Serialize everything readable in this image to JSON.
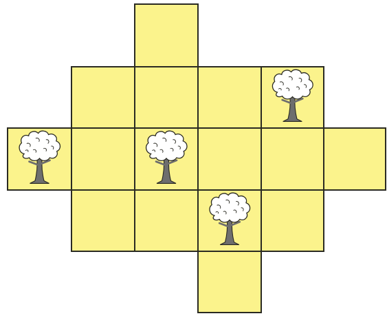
{
  "grid": {
    "fill_color": "#fbf38c",
    "line_color": "#2a2a22",
    "tree_trunk_color": "#6e6e6e",
    "tree_canopy_color": "#ffffff",
    "cells": [
      {
        "row": 0,
        "col": 2,
        "tree": false
      },
      {
        "row": 1,
        "col": 1,
        "tree": false
      },
      {
        "row": 1,
        "col": 2,
        "tree": false
      },
      {
        "row": 1,
        "col": 3,
        "tree": false
      },
      {
        "row": 1,
        "col": 4,
        "tree": true
      },
      {
        "row": 2,
        "col": 0,
        "tree": true
      },
      {
        "row": 2,
        "col": 1,
        "tree": false
      },
      {
        "row": 2,
        "col": 2,
        "tree": true
      },
      {
        "row": 2,
        "col": 3,
        "tree": false
      },
      {
        "row": 2,
        "col": 4,
        "tree": false
      },
      {
        "row": 2,
        "col": 5,
        "tree": false
      },
      {
        "row": 3,
        "col": 1,
        "tree": false
      },
      {
        "row": 3,
        "col": 2,
        "tree": false
      },
      {
        "row": 3,
        "col": 3,
        "tree": true
      },
      {
        "row": 3,
        "col": 4,
        "tree": false
      },
      {
        "row": 4,
        "col": 3,
        "tree": false
      }
    ]
  }
}
